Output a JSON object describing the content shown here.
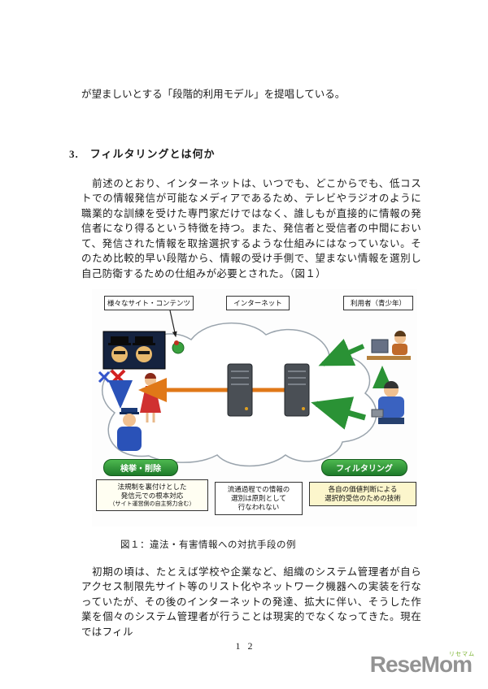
{
  "page": {
    "intro_line": "が望ましいとする「段階的利用モデル」を提唱している。",
    "section_heading": "3.　フィルタリングとは何か",
    "paragraph1": "　前述のとおり、インターネットは、いつでも、どこからでも、低コストでの情報発信が可能なメディアであるため、テレビやラジオのように職業的な訓練を受けた専門家だけではなく、誰しもが直接的に情報の発信者になり得るという特徴を持つ。また、発信者と受信者の中間において、発信された情報を取捨選択するような仕組みにはなっていない。そのため比較的早い段階から、情報の受け手側で、望まない情報を選別し自己防衛するための仕組みが必要とされた。（図１）",
    "paragraph2": "　初期の頃は、たとえば学校や企業など、組織のシステム管理者が自らアクセス制限先サイト等のリスト化やネットワーク機器への実装を行なっていたが、その後のインターネットの発達、拡大に伴い、そうした作業を個々のシステム管理者が行うことは現実的でなくなってきた。現在ではフィル",
    "page_number": "12"
  },
  "figure": {
    "top_labels": [
      "様々なサイト・コンテンツ",
      "インターネット",
      "利用者（青少年）"
    ],
    "pill_left": "検挙・削除",
    "pill_right": "フィルタリング",
    "box_left": [
      "法規制を裏付けとした",
      "発信元での根本対応",
      "（サイト運営側の自主努力含む）"
    ],
    "box_mid": [
      "流通過程での情報の",
      "選別は原則として",
      "行なわれない"
    ],
    "box_right": [
      "各自の価値判断による",
      "選択的受信のための技術"
    ],
    "caption": "図１：違法・有害情報への対抗手段の例"
  },
  "footer": {
    "logo_text": "ReseMom",
    "logo_sub": "リセマム"
  },
  "colors": {
    "pill_green": "#2e9b35",
    "arrow_orange": "#e07818",
    "arrow_green": "#2a9235",
    "arrow_blue": "#2a52b8",
    "block_red": "#d22222"
  }
}
